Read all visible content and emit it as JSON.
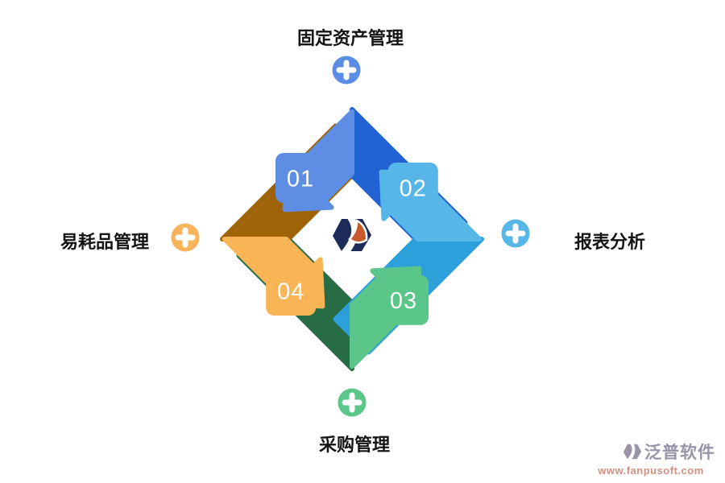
{
  "diagram": {
    "title_hint": "asset management cycle",
    "center_logo": "fanpu-hexagon-logo",
    "logo_colors": {
      "navy": "#1E2B58",
      "orange": "#C85A2B"
    },
    "items": [
      {
        "number": "01",
        "label": "固定资产管理",
        "position": "top",
        "arrow_light": "#5E8EE4",
        "arrow_dark": "#2163D2",
        "plus_color": "#5B8DE4"
      },
      {
        "number": "02",
        "label": "报表分析",
        "position": "right",
        "arrow_light": "#57B6E8",
        "arrow_dark": "#2D9FDB",
        "plus_color": "#57B6E8"
      },
      {
        "number": "03",
        "label": "采购管理",
        "position": "bottom",
        "arrow_light": "#5BC689",
        "arrow_dark": "#276C45",
        "plus_color": "#5BC689"
      },
      {
        "number": "04",
        "label": "易耗品管理",
        "position": "left",
        "arrow_light": "#F9B455",
        "arrow_dark": "#A06408",
        "plus_color": "#F8B45A"
      }
    ]
  },
  "watermark": {
    "brand": "泛普软件",
    "url": "www.fanpusoft.com",
    "brand_color": "#9B93A9",
    "url_color": "#D4907F"
  }
}
